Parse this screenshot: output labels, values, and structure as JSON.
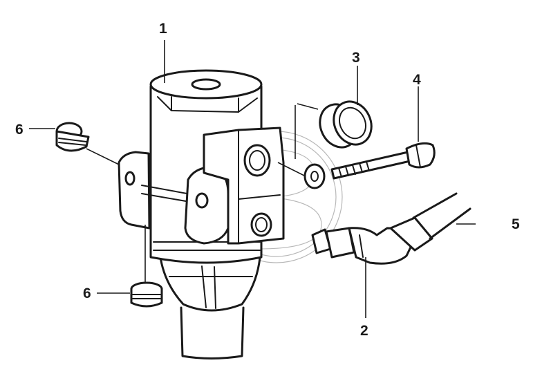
{
  "callouts": {
    "c1": "1",
    "c2": "2",
    "c3": "3",
    "c4": "4",
    "c5": "5",
    "c6_left": "6",
    "c6_bottom": "6"
  }
}
